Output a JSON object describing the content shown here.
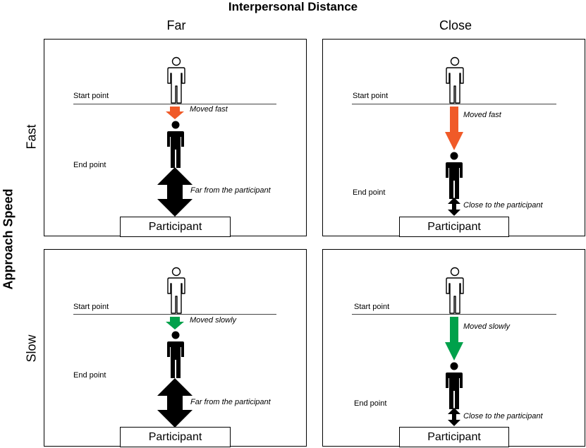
{
  "title": "Interpersonal Distance",
  "columns": {
    "far": "Far",
    "close": "Close"
  },
  "row_axis": "Approach Speed",
  "rows": {
    "fast": "Fast",
    "slow": "Slow"
  },
  "labels": {
    "start_point": "Start point",
    "end_point": "End point",
    "participant": "Participant"
  },
  "panels": {
    "far_fast": {
      "movement": "Moved fast",
      "distance": "Far from the participant"
    },
    "close_fast": {
      "movement": "Moved fast",
      "distance": "Close to the participant"
    },
    "far_slow": {
      "movement": "Moved slowly",
      "distance": "Far from the participant"
    },
    "close_slow": {
      "movement": "Moved slowly",
      "distance": "Close to the participant"
    }
  },
  "colors": {
    "fast_arrow": "#f05a28",
    "slow_arrow": "#00a14b"
  }
}
